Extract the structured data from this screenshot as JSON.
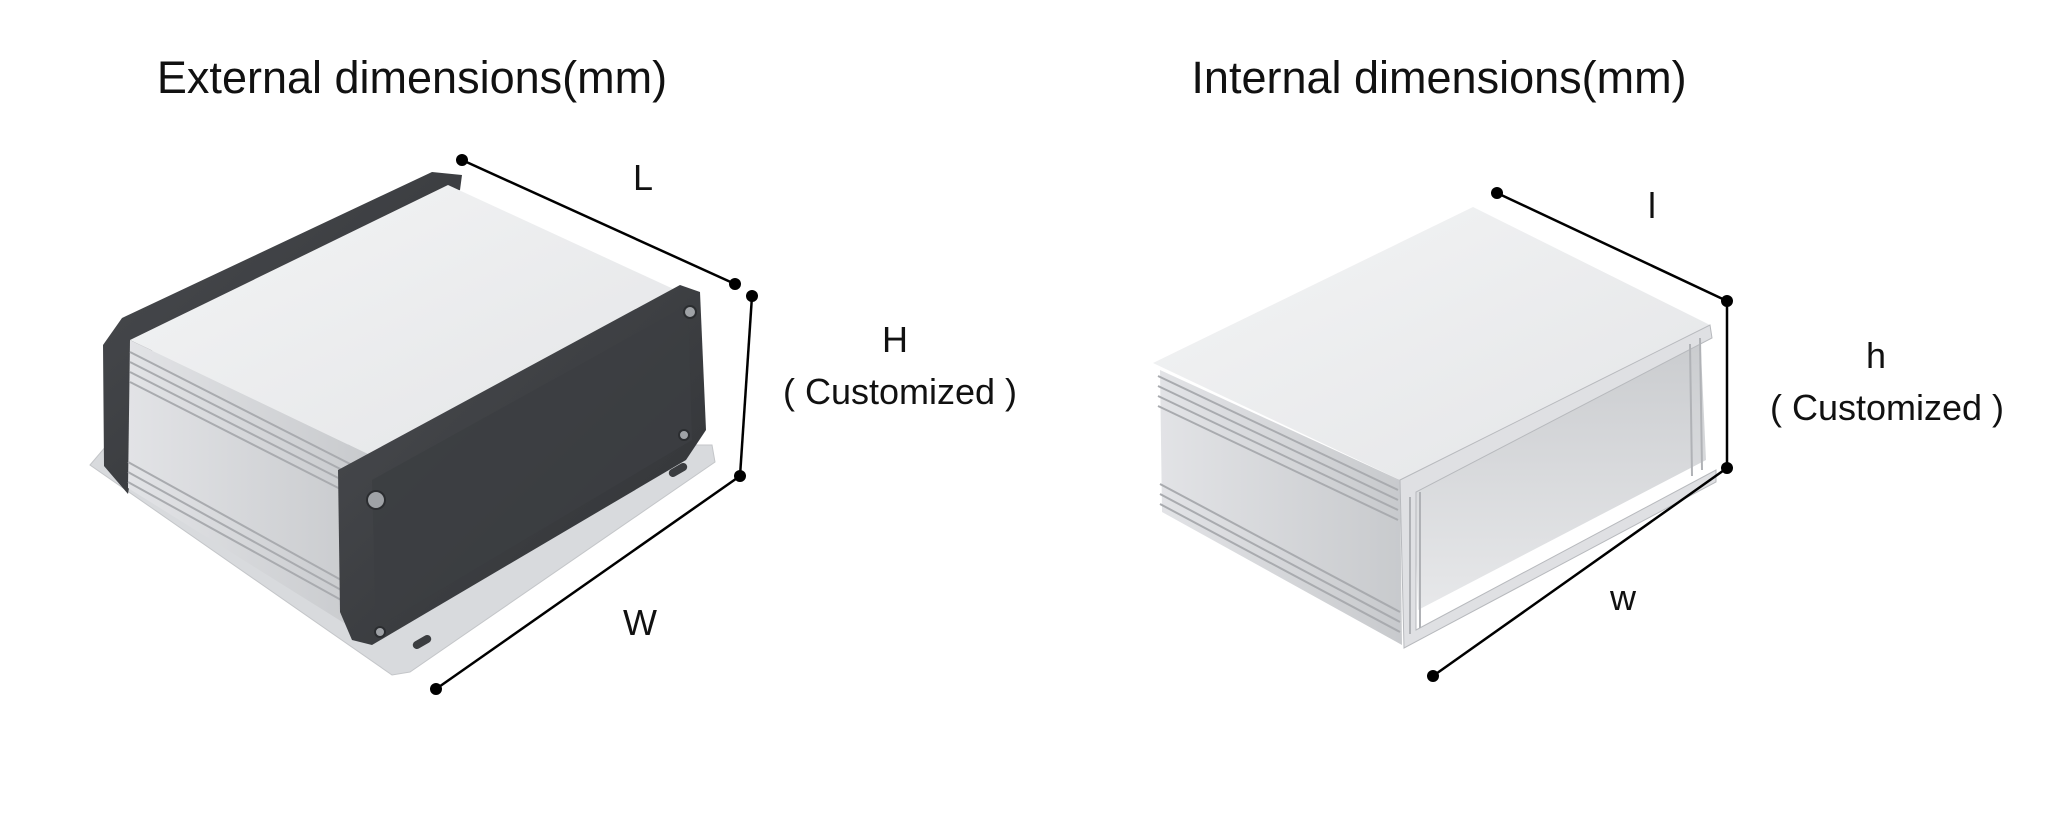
{
  "external": {
    "title": "External dimensions(mm)",
    "length_label": "L",
    "height_label": "H",
    "height_note": "( Customized )",
    "width_label": "W"
  },
  "internal": {
    "title": "Internal dimensions(mm)",
    "length_label": "l",
    "height_label": "h",
    "height_note": "( Customized )",
    "width_label": "w"
  },
  "colors": {
    "background": "#ffffff",
    "text": "#111111",
    "dimension_line": "#000000",
    "end_cap": "#3b3d40",
    "aluminium_light": "#e9eaec",
    "aluminium_mid": "#d3d5d8",
    "aluminium_dark": "#b9bbbf",
    "flange": "#d8dadd"
  }
}
